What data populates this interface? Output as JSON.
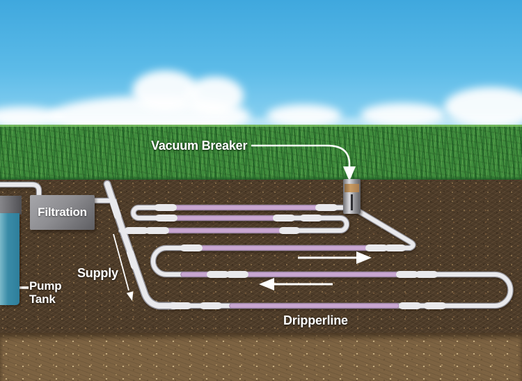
{
  "labels": {
    "vacuum_breaker": "Vacuum Breaker",
    "filtration": "Filtration",
    "supply": "Supply",
    "pump_tank_line1": "Pump",
    "pump_tank_line2": "Tank",
    "dripperline": "Dripperline"
  },
  "annotations": {
    "vacuum_breaker_callout": "curved line with down-arrow pointing at vacuum breaker riser",
    "pump_tank_arrow": "left-arrow pointing at pump tank",
    "supply_arrow": "thin down-right arrow along supply pipe",
    "flow_arrow_upper": "right-arrow (flow direction, fourth dripper run)",
    "flow_arrow_lower": "left-arrow (flow direction, fifth dripper run)"
  },
  "colors": {
    "skyTop": "#3FA8DE",
    "skyBottom": "#8ED3F2",
    "cloud": "#FFFFFF",
    "grass": "#3F8C3C",
    "grassDark": "#1F5C26",
    "grassLight": "#7CC063",
    "soilUpper": "#4E3C29",
    "soilLower": "#7D6342",
    "pvc": "#E9E9EC",
    "pvcShade": "#96969E",
    "dripper": "#C9A7D1",
    "dripperShade": "#9E7FA8",
    "tank": "#3A8CA8",
    "tankCap": "#606064",
    "filtrationBox": "#8E8E92",
    "vbTan": "#C89B63",
    "labelText": "#FFFFFF",
    "arrow": "#FFFFFF"
  }
}
